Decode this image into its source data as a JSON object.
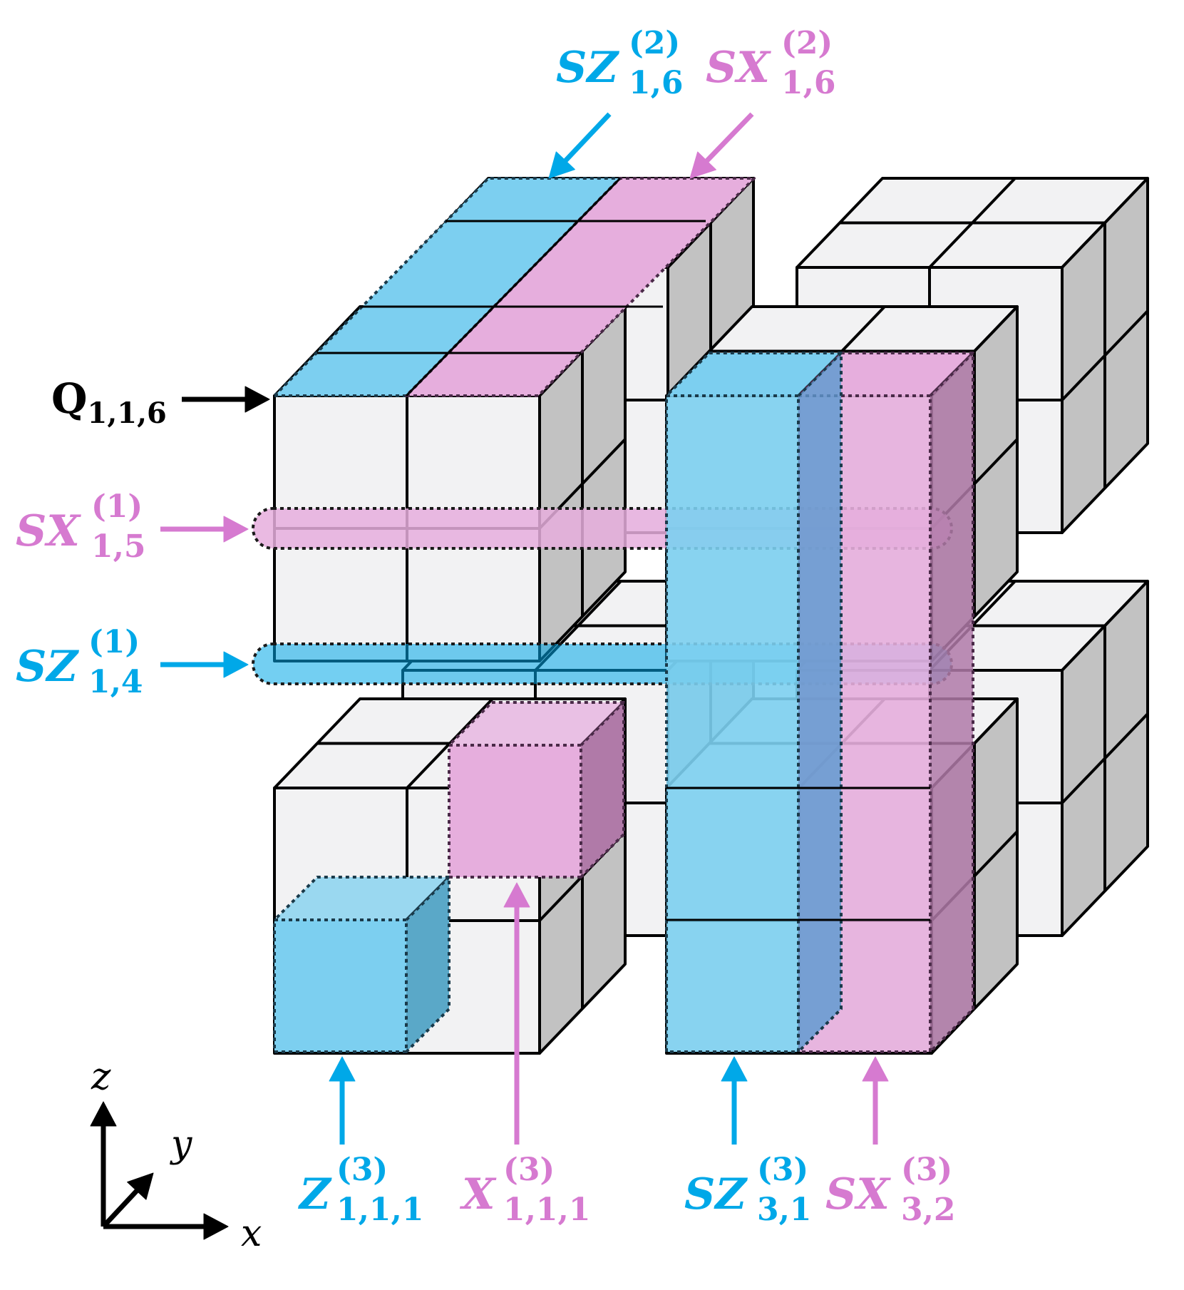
{
  "colors": {
    "z_type": "#00a8e8",
    "x_type": "#d67ad0",
    "z_fill": "#7ccff0",
    "x_fill": "#e6aedd",
    "cube_front": "#f2f2f3",
    "cube_side": "#c2c2c2",
    "outline": "#000000"
  },
  "qubit_label": {
    "main": "Q",
    "sub": "1,1,6"
  },
  "labels": {
    "sz_2_16": {
      "main": "SZ",
      "sup": "(2)",
      "sub": "1,6",
      "color": "z_type"
    },
    "sx_2_16": {
      "main": "SX",
      "sup": "(2)",
      "sub": "1,6",
      "color": "x_type"
    },
    "sx_1_15": {
      "main": "SX",
      "sup": "(1)",
      "sub": "1,5",
      "color": "x_type"
    },
    "sz_1_14": {
      "main": "SZ",
      "sup": "(1)",
      "sub": "1,4",
      "color": "z_type"
    },
    "z_3_111": {
      "main": "Z",
      "sup": "(3)",
      "sub": "1,1,1",
      "color": "z_type"
    },
    "x_3_111": {
      "main": "X",
      "sup": "(3)",
      "sub": "1,1,1",
      "color": "x_type"
    },
    "sz_3_31": {
      "main": "SZ",
      "sup": "(3)",
      "sub": "3,1",
      "color": "z_type"
    },
    "sx_3_32": {
      "main": "SX",
      "sup": "(3)",
      "sub": "3,2",
      "color": "x_type"
    }
  },
  "axes": {
    "x": "x",
    "y": "y",
    "z": "z"
  }
}
